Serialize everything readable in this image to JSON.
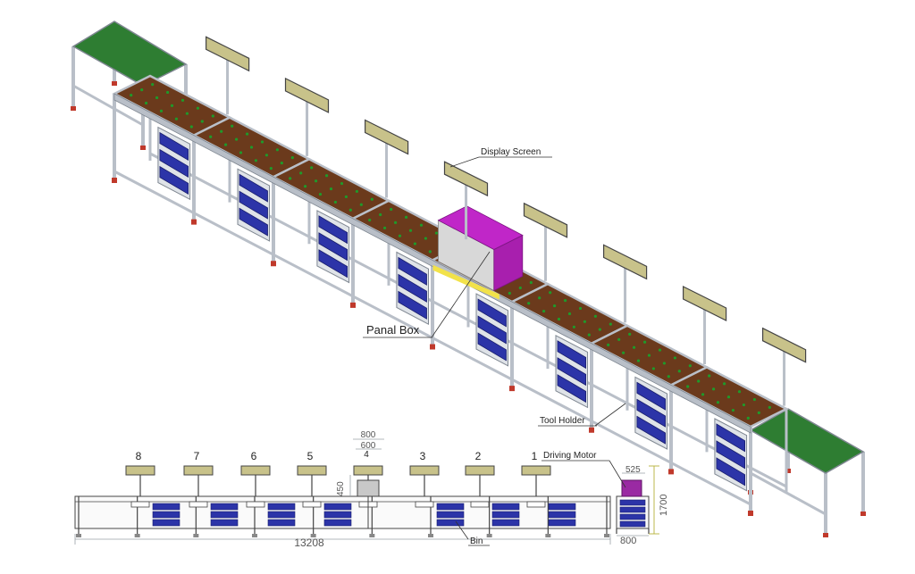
{
  "labels": {
    "display_screen": "Display Screen",
    "panal_box": "Panal Box",
    "tool_holder": "Tool Holder",
    "driving_motor": "Driving Motor",
    "bin": "Bin"
  },
  "front_view": {
    "station_numbers": [
      "8",
      "7",
      "6",
      "5",
      "4",
      "3",
      "2",
      "1"
    ],
    "dimensions": {
      "total_length": "13208",
      "box_width_outer": "800",
      "box_width_inner": "600",
      "box_height": "450"
    }
  },
  "side_view": {
    "dimensions": {
      "top_width": "525",
      "height": "1700",
      "base_width": "800"
    }
  },
  "colors": {
    "frame": "#b9bfc8",
    "frame_dark": "#7f8791",
    "belt_brown": "#6b3a1c",
    "belt_dot": "#1f9a2a",
    "end_table": "#2e7d32",
    "display_sign": "#c8c28a",
    "drawer_blue": "#2c34a8",
    "panel_box": "#c026c8",
    "panel_base": "#f2e24a",
    "dim_line": "#9aa0a6",
    "dim_green": "#b6b23a"
  }
}
